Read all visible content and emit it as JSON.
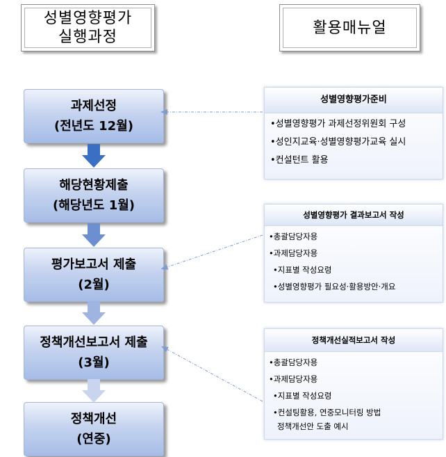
{
  "header": {
    "left_line1": "성별영향평가",
    "left_line2": "실행과정",
    "right": "활용매뉴얼"
  },
  "steps": [
    {
      "line1": "과제선정",
      "line2": "(전년도 12월)"
    },
    {
      "line1": "해당현황제출",
      "line2": "(해당년도 1월)"
    },
    {
      "line1": "평가보고서 제출",
      "line2": "(2월)"
    },
    {
      "line1": "정책개선보고서 제출",
      "line2": "(3월)"
    },
    {
      "line1": "정책개선",
      "line2": "(연중)"
    }
  ],
  "arrow_colors": [
    "#3a6fc4",
    "#6d8fd0",
    "#9fb4e0",
    "#c9d5ef"
  ],
  "panels": [
    {
      "title": "성별영향평가준비",
      "items": [
        "•성별영향평가 과제선정위원회 구성",
        "•성인지교육·성별영향평가교육 실시",
        "•컨설턴트 활용"
      ]
    },
    {
      "title": "성별영향평가 결과보고서 작성",
      "items": [
        "•총괄담당자용",
        "•과제담당자용",
        "•지표별 작성요령",
        "•성별영향평가 필요성·활용방안·개요"
      ]
    },
    {
      "title": "정책개선실적보고서 작성",
      "items": [
        "•총괄담당자용",
        "•과제담당자용",
        "•지표별 작성요령",
        "•컨설팅활용, 연중모니터링 방법",
        "정책개선안 도출 예시"
      ]
    }
  ],
  "colors": {
    "step_fill_top": "#eef2fb",
    "step_fill_bottom": "#a6bce7",
    "connector": "#7f9bcf"
  }
}
